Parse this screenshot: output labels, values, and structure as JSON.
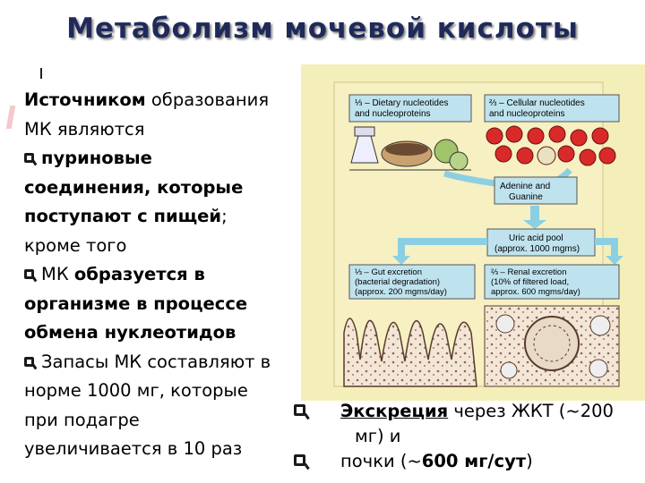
{
  "slide": {
    "title": "Метаболизм мочевой кислоты"
  },
  "left_text": {
    "l1_bold": "Источником",
    "l1_rest": " образования",
    "l2": "МК являются",
    "l3": "пуриновые",
    "l4": "соединения, которые",
    "l5_bold": "поступают с пищей",
    "l5_rest": ";",
    "l6": "кроме того",
    "l7_normal": "МК ",
    "l7_bold": "образуется в",
    "l8": "организме в процессе",
    "l9": "обмена нуклеотидов",
    "l10": "Запасы МК составляют в",
    "l11": "норме 1000 мг, которые",
    "l12": "при подагре",
    "l13": "увеличивается в 10 раз"
  },
  "right_text": {
    "r1_bold": "Экскреция",
    "r1_rest": " через ЖКТ (~200",
    "r2": "мг) и",
    "r3_a": "почки  (~",
    "r3_bold": "600 мг/сут",
    "r3_b": ")"
  },
  "figure": {
    "dietary_1": "⅓ – Dietary nucleotides",
    "dietary_2": "and nucleoproteins",
    "cellular_1": "⅔ – Cellular nucleotides",
    "cellular_2": "and nucleoproteins",
    "adenine_1": "Adenine and",
    "adenine_2": "Guanine",
    "pool_1": "Uric acid pool",
    "pool_2": "(approx. 1000 mgms)",
    "gut_1": "⅓ – Gut excretion",
    "gut_2": "(bacterial degradation)",
    "gut_3": "(approx. 200 mgms/day)",
    "renal_1": "⅔ – Renal excretion",
    "renal_2": "(10% of filtered load,",
    "renal_3": "approx. 600 mgms/day)",
    "colors": {
      "box": "#bfe3ee",
      "arrow": "#8ccfe2",
      "background": "#f4efb8",
      "cells": "#d92a2a"
    }
  }
}
